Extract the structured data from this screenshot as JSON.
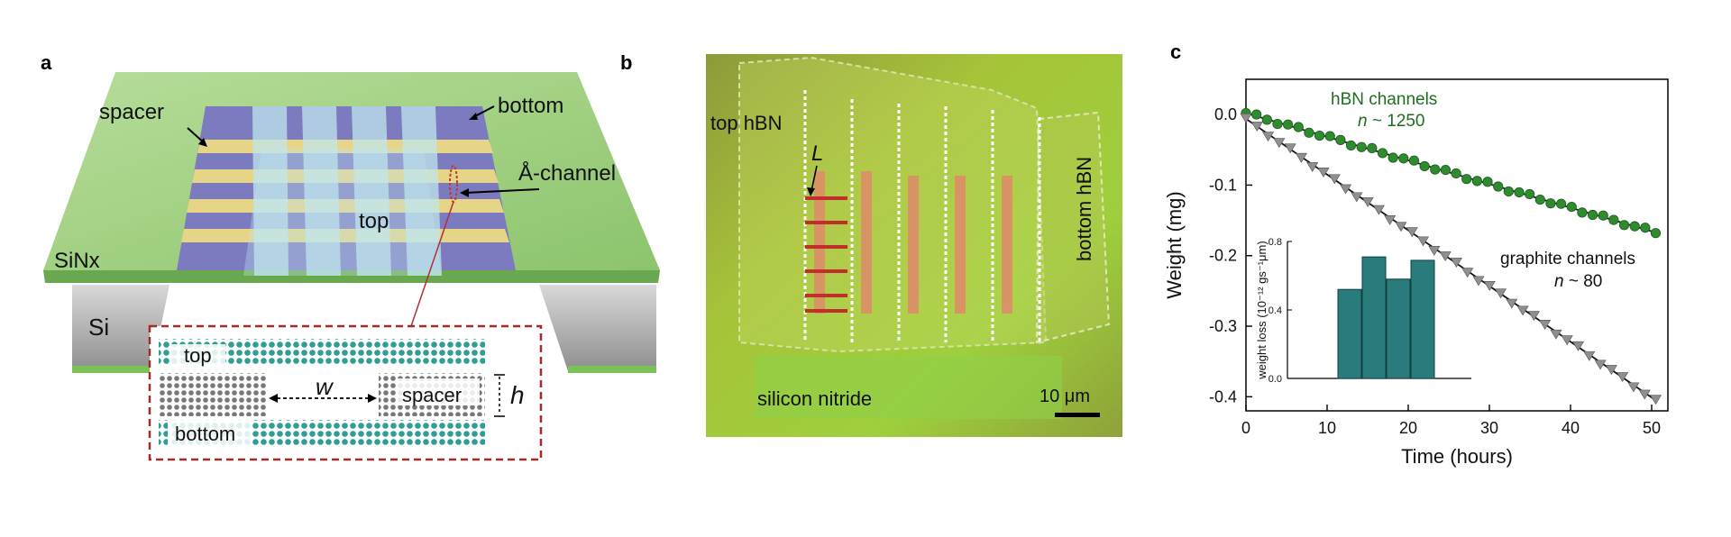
{
  "panel_a": {
    "label": "a",
    "spacer": "spacer",
    "bottom": "bottom",
    "channel": "Å-channel",
    "top": "top",
    "sinx": "SiNx",
    "si": "Si",
    "inset": {
      "top": "top",
      "w": "w",
      "spacer": "spacer",
      "h": "h",
      "bottom": "bottom"
    }
  },
  "panel_b": {
    "label": "b",
    "top_hbn": "top hBN",
    "length": "L",
    "bottom_hbn": "bottom hBN",
    "silicon_nitride": "silicon nitride",
    "scale": "10 μm"
  },
  "panel_c": {
    "label": "c",
    "chart_data": {
      "type": "scatter",
      "xlabel": "Time (hours)",
      "ylabel": "Weight (mg)",
      "xlim": [
        0,
        52
      ],
      "ylim": [
        -0.42,
        0.05
      ],
      "xticks": [
        "0",
        "10",
        "20",
        "30",
        "40",
        "50"
      ],
      "yticks": [
        "0.0",
        "-0.1",
        "-0.2",
        "-0.3",
        "-0.4"
      ],
      "xtick_values": [
        0,
        10,
        20,
        30,
        40,
        50
      ],
      "ytick_values": [
        0.0,
        -0.1,
        -0.2,
        -0.3,
        -0.4
      ],
      "series": [
        {
          "label_line1": "hBN channels",
          "label_line2_italic": "n",
          "label_line2_rest": " ~ 1250",
          "color": "#2e8b2e",
          "text_color": "#1f6e1f",
          "marker": "circle",
          "fit": {
            "slope": -0.00335,
            "intercept": 0.002
          },
          "x_start": 0,
          "x_end": 50.5,
          "n_points": 40
        },
        {
          "label_line1": "graphite channels",
          "label_line2_italic": "n",
          "label_line2_rest": " ~ 80",
          "color": "#8f8f8f",
          "text_color": "#111111",
          "marker": "triangle",
          "fit": {
            "slope": -0.0079,
            "intercept": -0.006
          },
          "x_start": 0,
          "x_end": 50.5,
          "n_points": 38
        }
      ],
      "inset": {
        "type": "bar",
        "ylabel": "weight loss (10⁻¹² gs⁻¹μm)",
        "ylim": [
          0,
          0.8
        ],
        "yticks": [
          "0.0",
          "0.4",
          "0.8"
        ],
        "ytick_values": [
          0.0,
          0.4,
          0.8
        ],
        "values": [
          0.52,
          0.71,
          0.58,
          0.69
        ],
        "color": "#2a7b7b"
      }
    }
  }
}
